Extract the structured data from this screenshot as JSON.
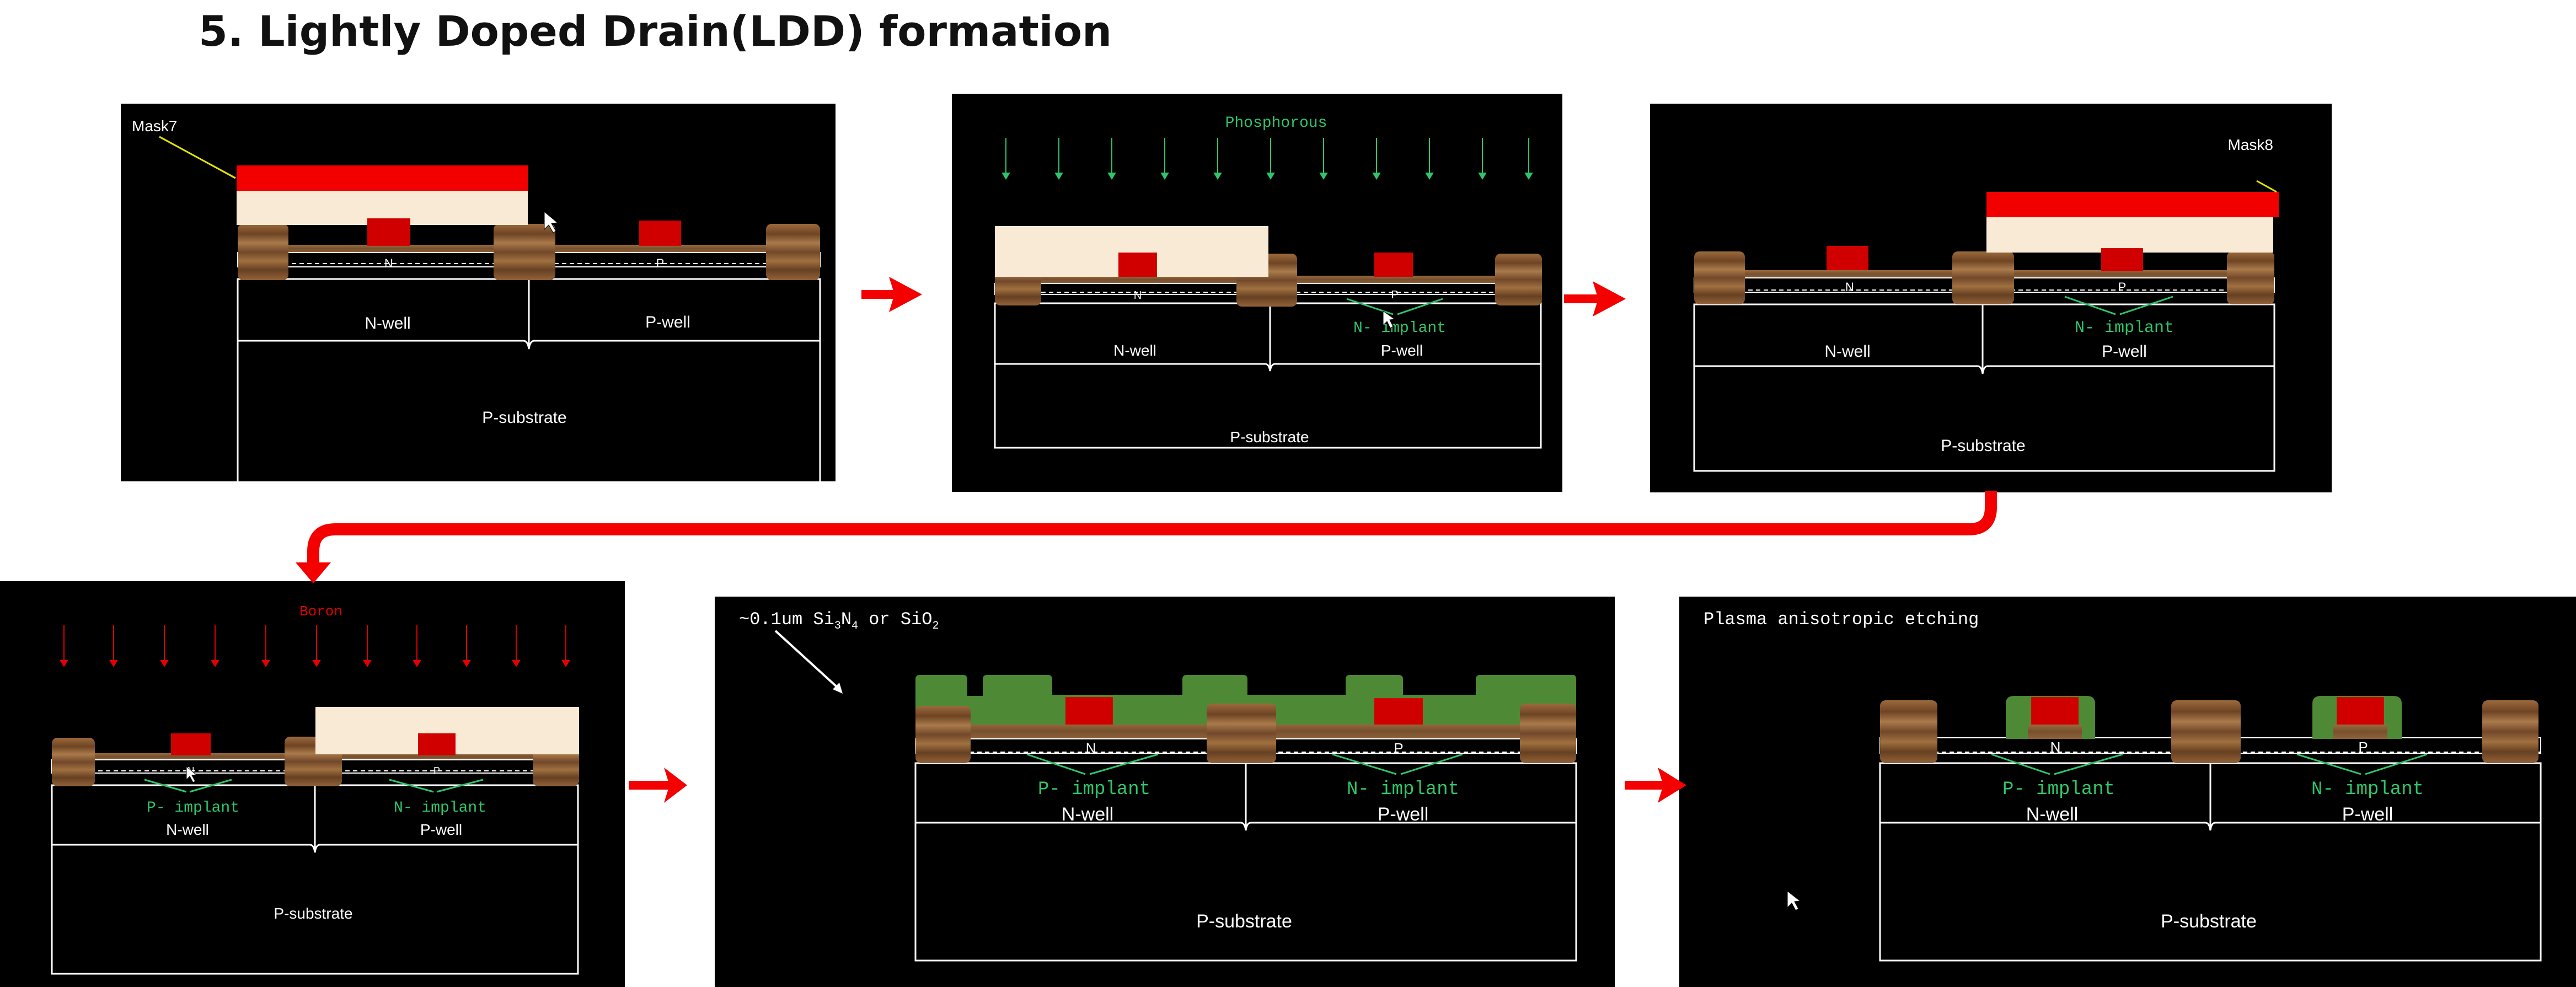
{
  "page": {
    "title": "5. Lightly Doped Drain(LDD) formation"
  },
  "colors": {
    "background": "#000000",
    "mask": "#f20000",
    "resist": "#f8ead4",
    "gate": "#d10000",
    "spacer": "#4e8a35",
    "wood": "#8a5a30",
    "implant_text": "#2ec66a",
    "arrow": "#f50000"
  },
  "panels": [
    {
      "mask_label": "Mask7",
      "junction_n": "N",
      "junction_p": "P",
      "nwell": "N-well",
      "pwell": "P-well",
      "substrate": "P-substrate"
    },
    {
      "dopant": "Phosphorous",
      "junction_n": "N",
      "junction_p": "P",
      "nwell": "N-well",
      "pwell": "P-well",
      "substrate": "P-substrate",
      "implant_right": "N- implant"
    },
    {
      "mask_label": "Mask8",
      "junction_n": "N",
      "junction_p": "P",
      "nwell": "N-well",
      "pwell": "P-well",
      "substrate": "P-substrate",
      "implant_right": "N- implant"
    },
    {
      "dopant": "Boron",
      "junction_n": "N",
      "junction_p": "P",
      "nwell": "N-well",
      "pwell": "P-well",
      "substrate": "P-substrate",
      "implant_left": "P- implant",
      "implant_right": "N- implant"
    },
    {
      "caption_prefix": "~0.1um Si",
      "caption_sub1": "3",
      "caption_mid": "N",
      "caption_sub2": "4",
      "caption_suffix": " or SiO",
      "caption_sub3": "2",
      "junction_n": "N",
      "junction_p": "P",
      "nwell": "N-well",
      "pwell": "P-well",
      "substrate": "P-substrate",
      "implant_left": "P- implant",
      "implant_right": "N- implant"
    },
    {
      "caption": "Plasma anisotropic etching",
      "junction_n": "N",
      "junction_p": "P",
      "nwell": "N-well",
      "pwell": "P-well",
      "substrate": "P-substrate",
      "implant_left": "P- implant",
      "implant_right": "N- implant"
    }
  ]
}
